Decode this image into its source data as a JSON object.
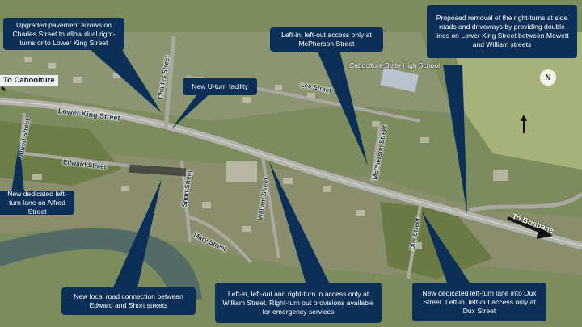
{
  "colors": {
    "callout_bg": "#0b2f57",
    "callout_text": "#ffffff",
    "pointer": "#0b2f57"
  },
  "callouts": {
    "charles_arrows": "Upgraded pavement arrows on Charles Street to allow dual right-turns onto Lower King Street",
    "u_turn": "New U-turn facility",
    "mcpherson": "Left-in, left-out access only at McPherson Street",
    "removal": "Proposed removal of the right-turns at side roads and driveways by providing double lines on Lower King Street between Mewett and William streets",
    "alfred": "New dedicated left-turn lane on Alfred Street",
    "local_road": "New local road connection between Edward and Short streets",
    "william": "Left-in, left-out and right-turn in access only at William Street. Right-turn out provisions available for emergency services",
    "dux": "New dedicated left-turn lane into Dux Street. Left-in, left-out access only at Dux Street"
  },
  "streets": {
    "lower_king": "Lower King Street",
    "charles": "Charles Street",
    "lee": "Lee Street",
    "alfred": "Alfred Street",
    "edward": "Edward Street",
    "short": "Short Street",
    "william": "William Street",
    "mary": "Mary Street",
    "mcpherson": "McPherson Street",
    "dux": "Dux Street"
  },
  "places": {
    "school": "Caboolture State High School"
  },
  "directions": {
    "caboolture": "To Caboolture",
    "brisbane": "To Brisbane"
  },
  "icons": {
    "north": "north-arrow-icon"
  },
  "north_label": "N"
}
